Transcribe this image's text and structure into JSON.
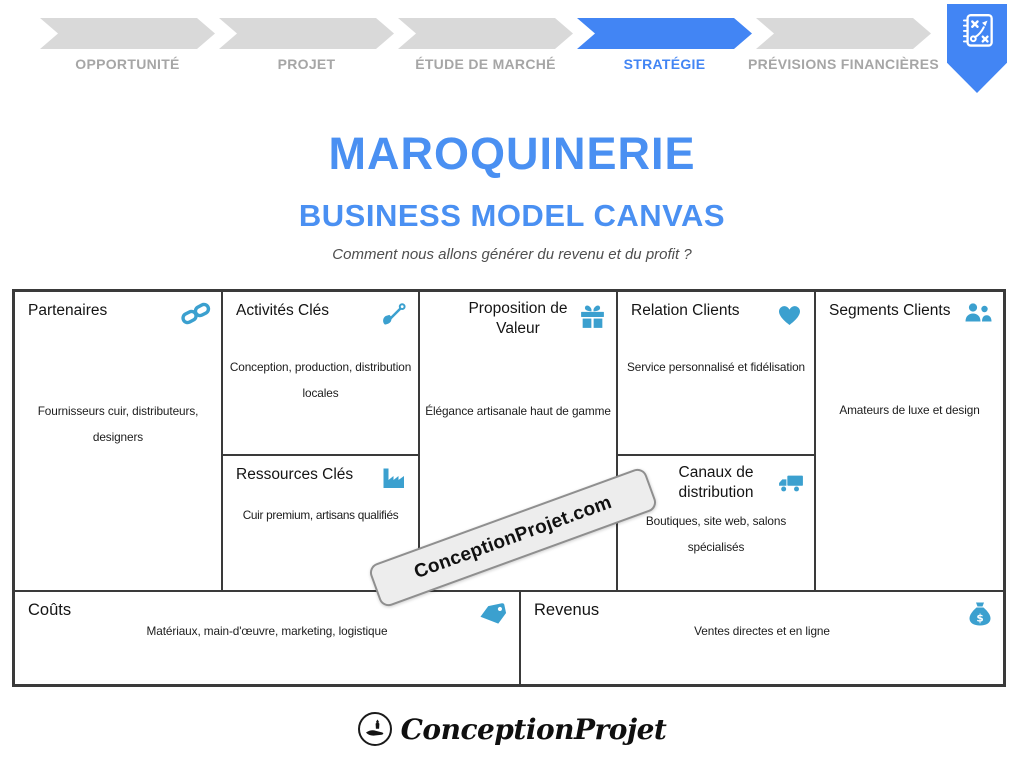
{
  "process_nav": {
    "steps": [
      {
        "label": "OPPORTUNITÉ",
        "active": false
      },
      {
        "label": "PROJET",
        "active": false
      },
      {
        "label": "ÉTUDE DE MARCHÉ",
        "active": false
      },
      {
        "label": "STRATÉGIE",
        "active": true
      },
      {
        "label": "PRÉVISIONS FINANCIÈRES",
        "active": false
      }
    ],
    "bookmark_icon": "strategy-tactics-icon"
  },
  "header": {
    "title": "MAROQUINERIE",
    "subtitle": "BUSINESS MODEL CANVAS",
    "tagline": "Comment nous allons générer du revenu et du profit ?"
  },
  "canvas": {
    "partenaires": {
      "title": "Partenaires",
      "icon": "chain-link-icon",
      "content": "Fournisseurs cuir, distributeurs, designers"
    },
    "activites": {
      "title": "Activités Clés",
      "icon": "shovel-icon",
      "content": "Conception, production, distribution locales"
    },
    "ressources": {
      "title": "Ressources Clés",
      "icon": "factory-icon",
      "content": "Cuir premium, artisans qualifiés"
    },
    "proposition": {
      "title": "Proposition de Valeur",
      "icon": "gift-icon",
      "content": "Élégance artisanale haut de gamme"
    },
    "relation": {
      "title": "Relation Clients",
      "icon": "heart-icon",
      "content": "Service personnalisé et fidélisation"
    },
    "canaux": {
      "title": "Canaux de distribution",
      "icon": "truck-icon",
      "content": "Boutiques, site web, salons spécialisés"
    },
    "segments": {
      "title": "Segments Clients",
      "icon": "people-icon",
      "content": "Amateurs de luxe et design"
    },
    "couts": {
      "title": "Coûts",
      "icon": "price-tag-icon",
      "content": "Matériaux, main-d'œuvre, marketing, logistique"
    },
    "revenus": {
      "title": "Revenus",
      "icon": "money-bag-icon",
      "content": "Ventes directes et en ligne"
    }
  },
  "watermark": {
    "text": "ConceptionProjet.com"
  },
  "footer": {
    "brand": "ConceptionProjet",
    "logo_icon": "hand-holding-piece-icon"
  },
  "colors": {
    "accent_blue": "#4285F4",
    "title_blue": "#4A90F2",
    "icon_blue": "#3BA0CF",
    "inactive_gray": "#D9D9D9",
    "label_gray": "#A6A6A6",
    "border_dark": "#3A3A3A"
  }
}
